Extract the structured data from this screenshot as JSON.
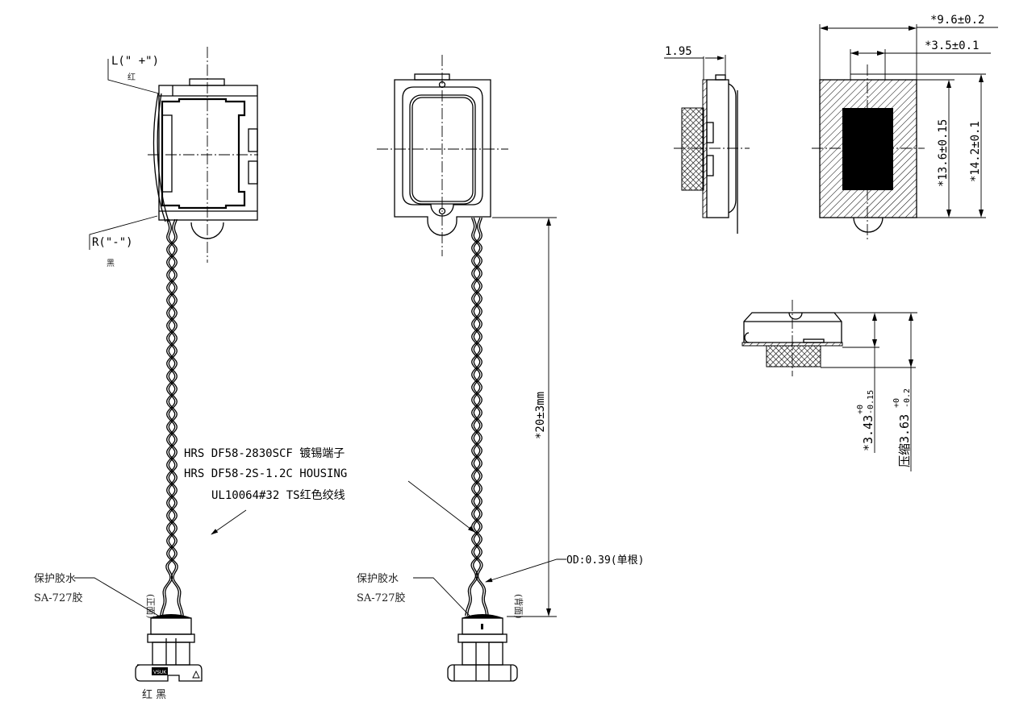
{
  "left_view": {
    "plus_label": "L(\" +\")",
    "plus_color": "红",
    "minus_label": "R(\"-\")",
    "minus_color": "黑",
    "glue_label": "保护胶水",
    "glue_spec": "SA-727胶",
    "face_label": "(正面)",
    "connector_colors": "红  黑",
    "connector_mark": "VSUK"
  },
  "callout": {
    "line1": "HRS  DF58-2830SCF  镀锡端子",
    "line2": "HRS  DF58-2S-1.2C  HOUSING",
    "line3": "UL10064#32  TS红色绞线"
  },
  "middle_view": {
    "glue_label": "保护胶水",
    "glue_spec": "SA-727胶",
    "face_label": "(背面)",
    "wire_od": "OD:0.39(单根)",
    "length_dim": "*20±3mm"
  },
  "side_view": {
    "thickness_dim": "1.95"
  },
  "front_view": {
    "width_dim": "*9.6±0.2",
    "tab_dim": "*3.5±0.1",
    "height_inner_dim": "*13.6±0.15",
    "height_outer_dim": "*14.2±0.1"
  },
  "bottom_view": {
    "height_dim": "*3.43",
    "height_tol_upper": "+0",
    "height_tol_lower": "-0.15",
    "compressed_dim": "压缩3.63",
    "compressed_tol_upper": "+0",
    "compressed_tol_lower": "-0.2"
  }
}
